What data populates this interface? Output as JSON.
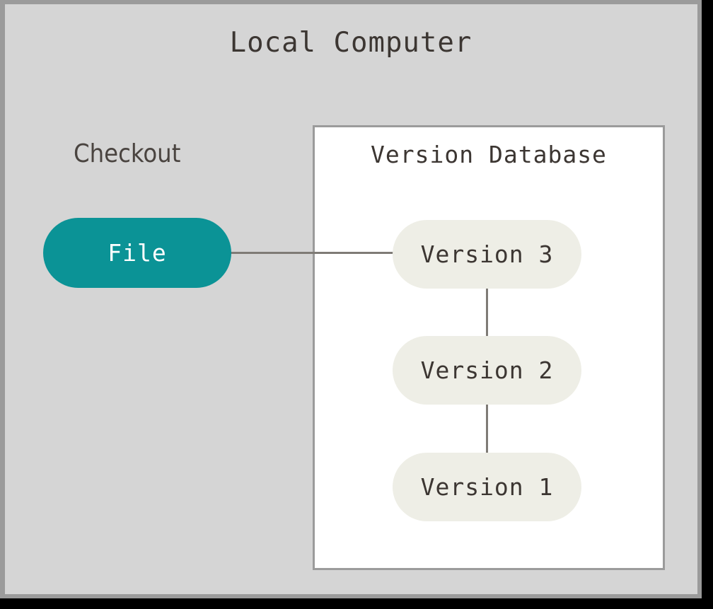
{
  "diagram": {
    "title": "Local Computer",
    "checkout": {
      "label": "Checkout",
      "file_node": "File"
    },
    "version_database": {
      "title": "Version Database",
      "versions": [
        {
          "label": "Version 3"
        },
        {
          "label": "Version 2"
        },
        {
          "label": "Version 1"
        }
      ]
    },
    "colors": {
      "frame_background": "#d5d5d5",
      "frame_border": "#9b9b9b",
      "outer_edge": "#000000",
      "panel_background": "#ffffff",
      "panel_border": "#9b9b9b",
      "file_node_fill": "#0b9396",
      "file_node_text": "#ffffff",
      "version_node_fill": "#eeeee6",
      "text": "#3c3632",
      "connector": "#7f7b76"
    }
  }
}
